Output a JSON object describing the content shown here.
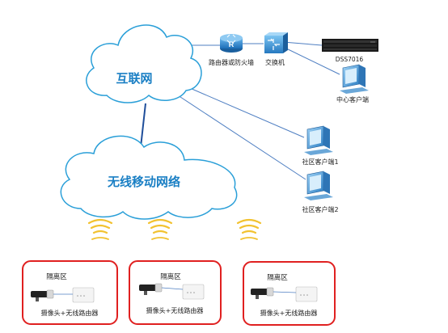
{
  "clouds": {
    "internet": "互联网",
    "wireless": "无线移动网络"
  },
  "devices": {
    "router_firewall": "路由器或防火墙",
    "switch": "交换机",
    "server": "DSS7016",
    "center_client": "中心客户端",
    "community_client_1": "社区客户端1",
    "community_client_2": "社区客户端2"
  },
  "zones": [
    {
      "title": "隔离区",
      "caption": "摄像头+无线路由器"
    },
    {
      "title": "隔离区",
      "caption": "摄像头+无线路由器"
    },
    {
      "title": "隔离区",
      "caption": "摄像头+无线路由器"
    }
  ],
  "colors": {
    "cloud_stroke": "#2a9fd8",
    "cloud_text": "#1a7fc4",
    "link_line": "#4f7fc2",
    "cloud_link": "#1f4e9a",
    "zone_border": "#e02020",
    "signal": "#f2c230"
  }
}
